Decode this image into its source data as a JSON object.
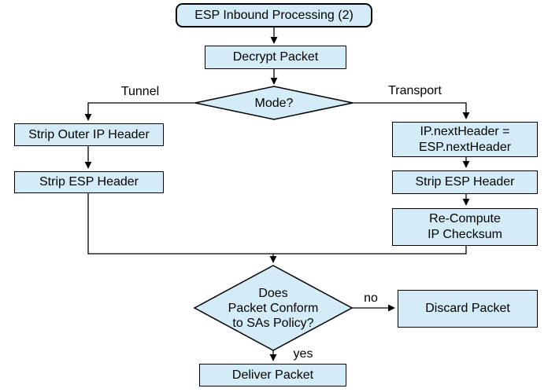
{
  "diagram": {
    "colors": {
      "node_fill": "#d3ecf8",
      "node_border": "#000000",
      "text_color": "#000000",
      "background": "#ffffff"
    },
    "nodes": {
      "start": {
        "label": "ESP Inbound Processing (2)"
      },
      "decrypt": {
        "label": "Decrypt Packet"
      },
      "mode": {
        "label": "Mode?"
      },
      "strip_outer_ip": {
        "label": "Strip Outer IP Header"
      },
      "strip_esp_left": {
        "label": "Strip ESP Header"
      },
      "ip_next_header": {
        "lines": [
          "IP.nextHeader =",
          "ESP.nextHeader"
        ]
      },
      "strip_esp_right": {
        "label": "Strip ESP Header"
      },
      "recompute_checksum": {
        "lines": [
          "Re-Compute",
          "IP Checksum"
        ]
      },
      "conform": {
        "lines": [
          "Does",
          "Packet Conform",
          "to SAs Policy?"
        ]
      },
      "discard": {
        "label": "Discard Packet"
      },
      "deliver": {
        "label": "Deliver Packet"
      }
    },
    "edge_labels": {
      "tunnel": "Tunnel",
      "transport": "Transport",
      "no": "no",
      "yes": "yes"
    }
  }
}
